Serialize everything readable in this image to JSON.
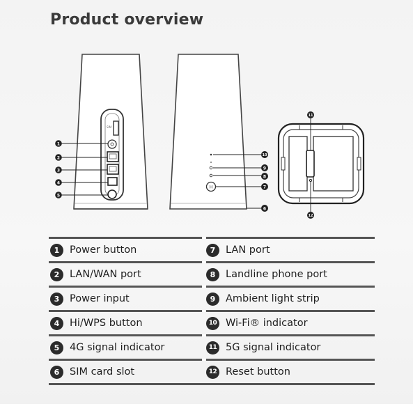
{
  "title": "Product overview",
  "callouts": [
    "1",
    "2",
    "3",
    "4",
    "5",
    "6",
    "7",
    "8",
    "9",
    "10",
    "11",
    "12"
  ],
  "legend": [
    {
      "left": {
        "num": "1",
        "label": "Power button"
      },
      "right": {
        "num": "7",
        "label": "LAN port"
      }
    },
    {
      "left": {
        "num": "2",
        "label": "LAN/WAN port"
      },
      "right": {
        "num": "8",
        "label": "Landline phone port"
      }
    },
    {
      "left": {
        "num": "3",
        "label": "Power input"
      },
      "right": {
        "num": "9",
        "label": "Ambient light strip"
      }
    },
    {
      "left": {
        "num": "4",
        "label": "Hi/WPS button"
      },
      "right": {
        "num": "10",
        "label": "Wi-Fi® indicator"
      }
    },
    {
      "left": {
        "num": "5",
        "label": "4G signal indicator"
      },
      "right": {
        "num": "11",
        "label": "5G signal indicator"
      }
    },
    {
      "left": {
        "num": "6",
        "label": "SIM card slot"
      },
      "right": {
        "num": "12",
        "label": "Reset button"
      }
    }
  ]
}
